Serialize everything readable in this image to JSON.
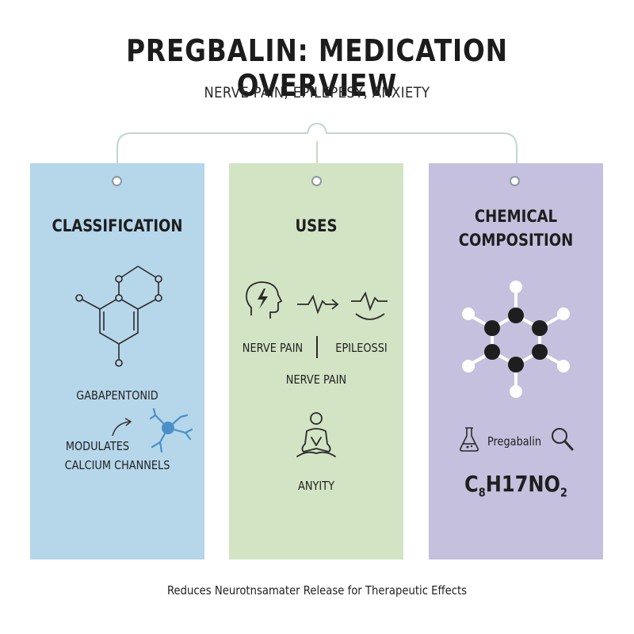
{
  "title": "PREGBALIN: MEDICATION OVERVIEW",
  "subtitle": "NERVE PAIN, EPILEPESY, ANXIETY",
  "colors": {
    "panel_classification": "#b6d6ea",
    "panel_uses": "#d2e4c4",
    "panel_chemical": "#c5c0dd",
    "connector": "#b9cfc8",
    "accent_blue": "#4a90c8"
  },
  "panels": {
    "classification": {
      "heading": "CLASSIFICATION",
      "class_name": "GABAPENTONID",
      "mechanism_line1": "MODULATES",
      "mechanism_line2": "CALCIUM CHANNELS"
    },
    "uses": {
      "heading": "USES",
      "label_left": "NERVE PAIN",
      "label_right": "EPILEOSSI",
      "label_center": "NERVE PAIN",
      "label_bottom": "ANYITY"
    },
    "chemical": {
      "heading_line1": "CHEMICAL",
      "heading_line2": "COMPOSITION",
      "compound_label": "Pregabalin",
      "formula_c": "C",
      "formula_sub1": "8",
      "formula_mid": "H17NO",
      "formula_sub2": "2"
    }
  },
  "footer": "Reduces Neurotnsamater Release for Therapeutic Effects"
}
